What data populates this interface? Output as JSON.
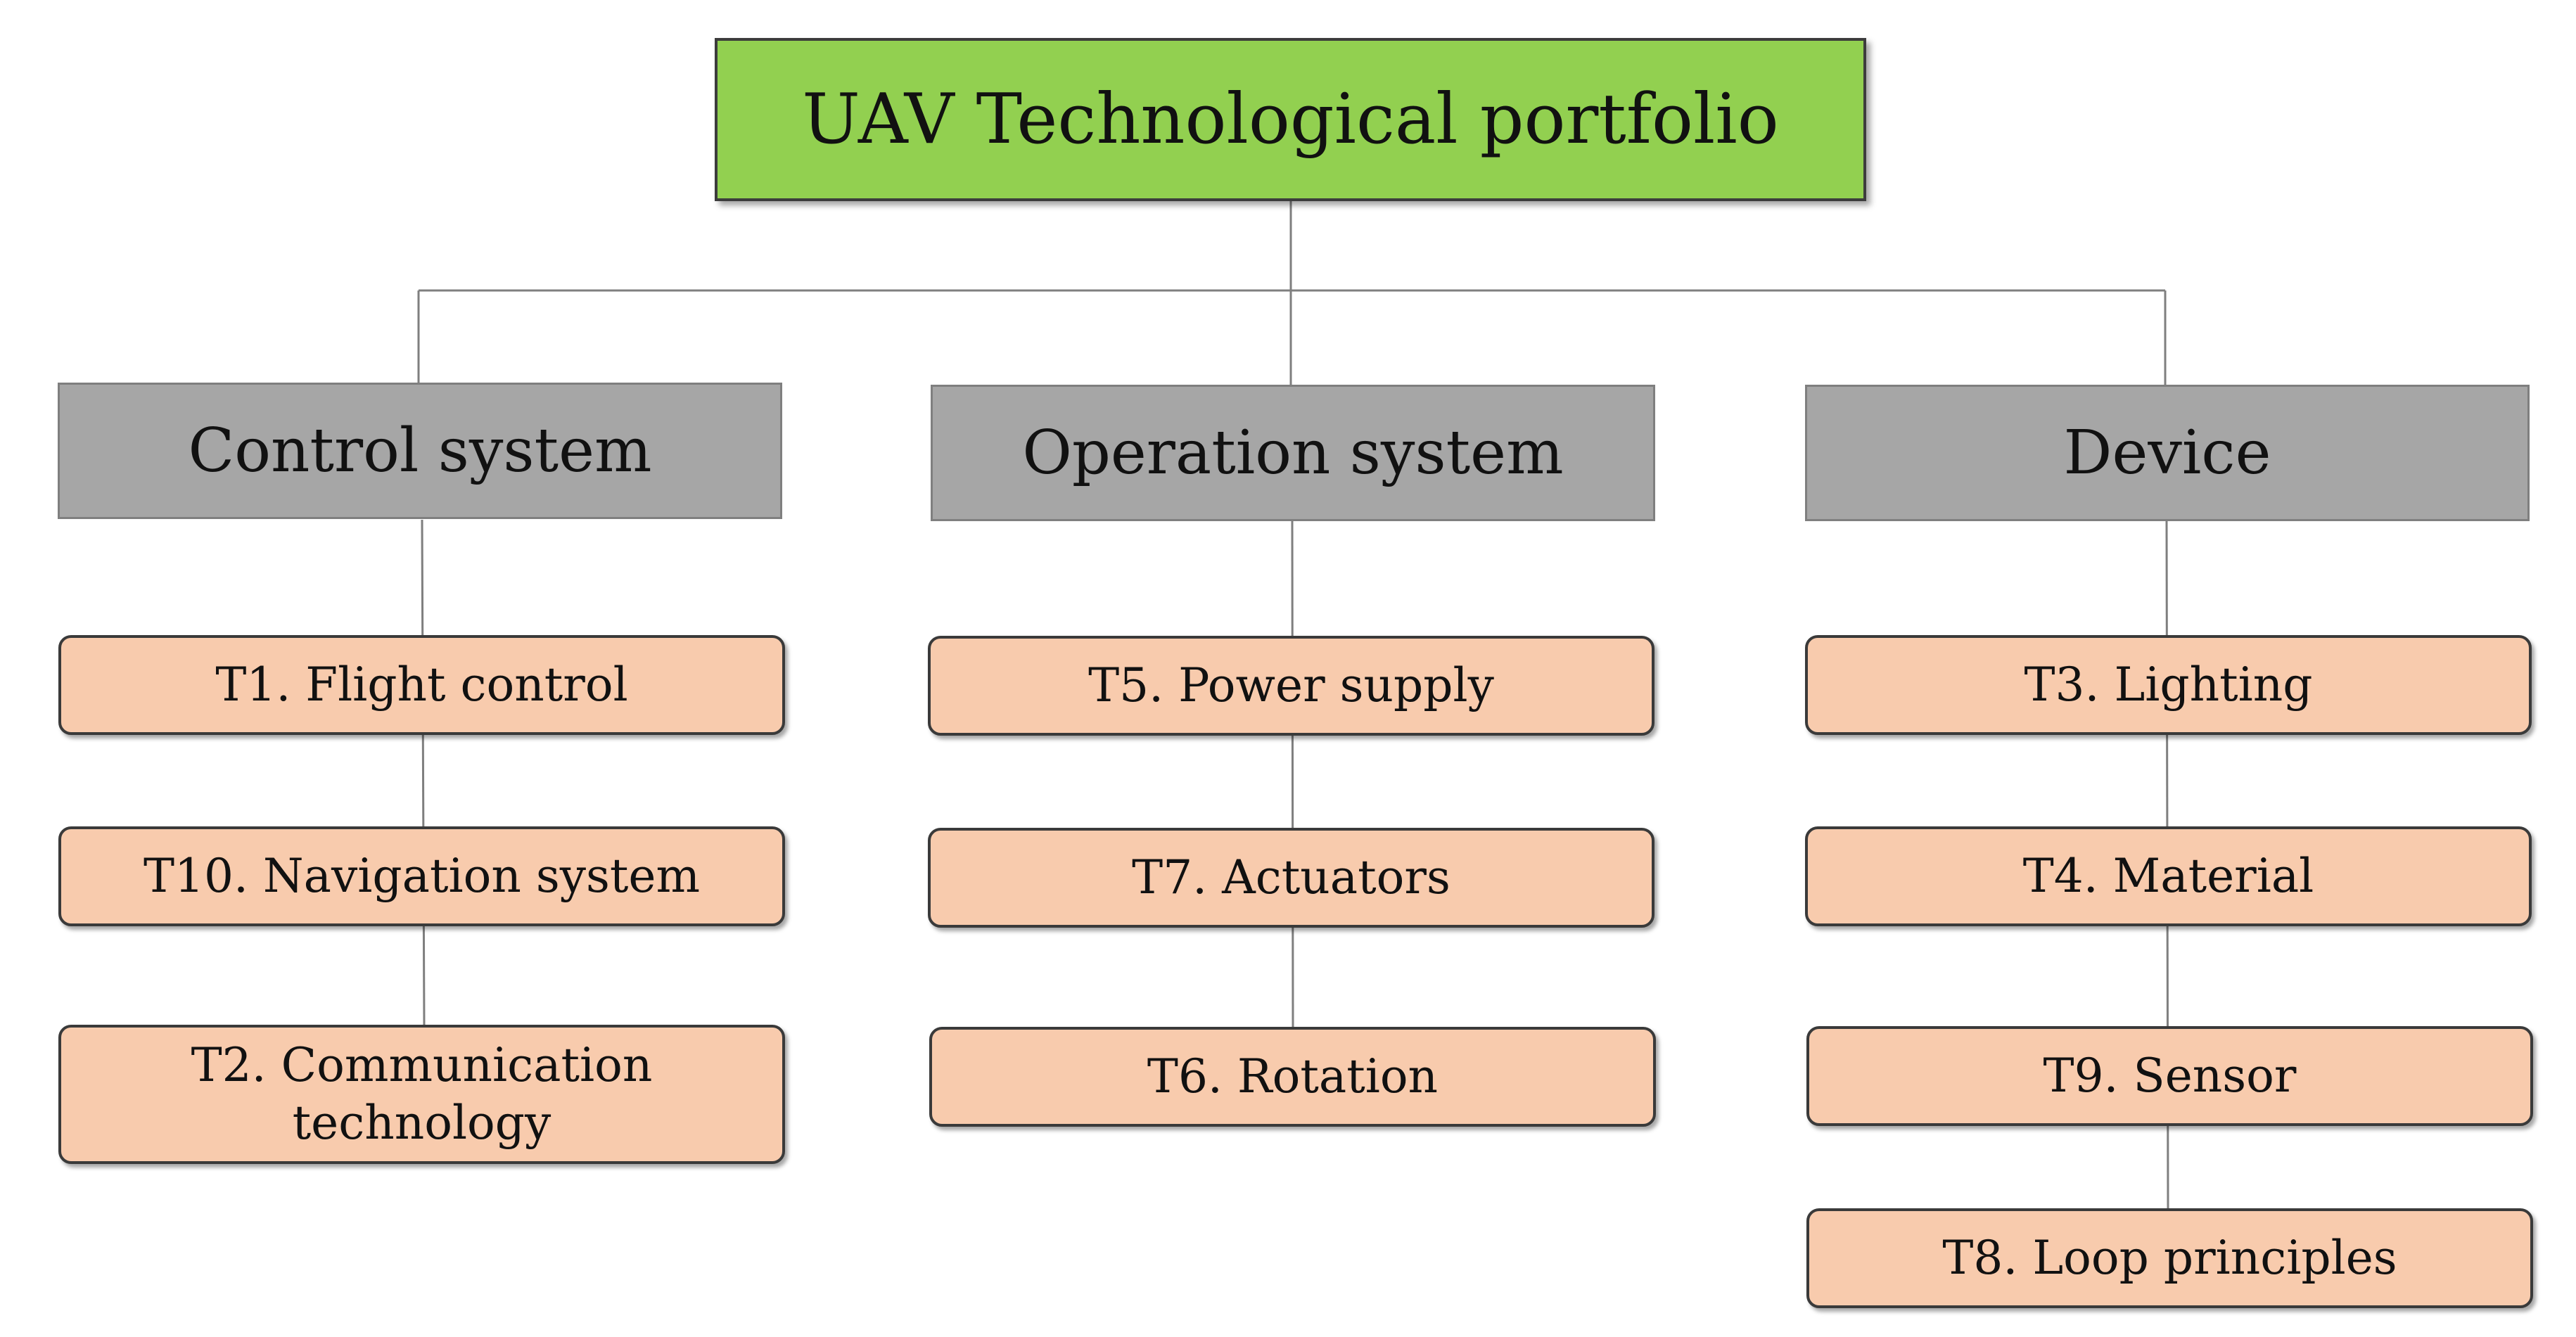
{
  "root": {
    "label": "UAV Technological portfolio"
  },
  "categories": [
    {
      "label": "Control system",
      "items": [
        {
          "label": "T1. Flight control"
        },
        {
          "label": "T10. Navigation system"
        },
        {
          "label": "T2. Communication technology"
        }
      ]
    },
    {
      "label": "Operation system",
      "items": [
        {
          "label": "T5. Power supply"
        },
        {
          "label": "T7. Actuators"
        },
        {
          "label": "T6. Rotation"
        }
      ]
    },
    {
      "label": "Device",
      "items": [
        {
          "label": "T3. Lighting"
        },
        {
          "label": "T4. Material"
        },
        {
          "label": "T9. Sensor"
        },
        {
          "label": "T8. Loop principles"
        }
      ]
    }
  ],
  "colors": {
    "root_fill": "#92d050",
    "category_fill": "#a6a6a6",
    "leaf_fill": "#f8cbad",
    "connector": "#7f7f7f"
  }
}
